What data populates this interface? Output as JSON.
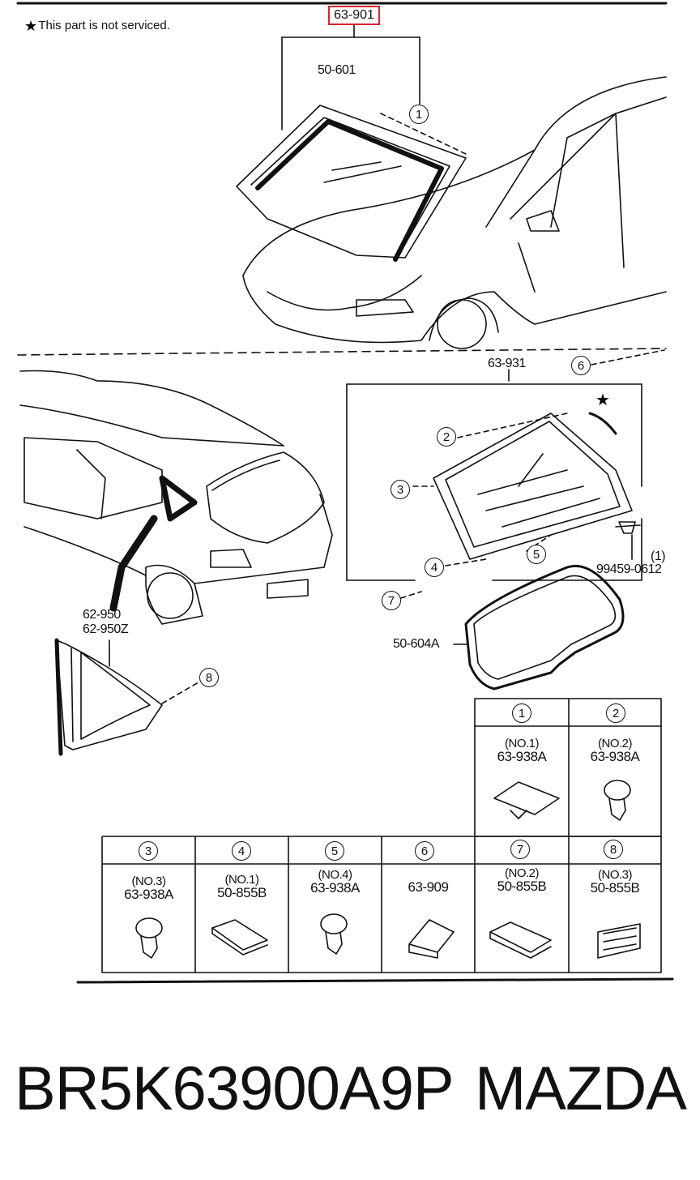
{
  "note": "This part is not serviced.",
  "labels": {
    "assembly_top": "63-901",
    "windshield_molding": "50-601",
    "rear_glass": "63-931",
    "quarter_glass_a": "62-950",
    "quarter_glass_b": "62-950Z",
    "rear_weatherstrip": "50-604A",
    "bolt": "99459-0612",
    "bolt_qty": "(1)"
  },
  "callouts": [
    "1",
    "2",
    "3",
    "4",
    "5",
    "6",
    "7",
    "8"
  ],
  "parts_table": [
    {
      "num": "1",
      "line1": "(NO.1)",
      "line2": "63-938A"
    },
    {
      "num": "2",
      "line1": "(NO.2)",
      "line2": "63-938A"
    },
    {
      "num": "3",
      "line1": "(NO.3)",
      "line2": "63-938A"
    },
    {
      "num": "4",
      "line1": "(NO.1)",
      "line2": "50-855B"
    },
    {
      "num": "5",
      "line1": "(NO.4)",
      "line2": "63-938A"
    },
    {
      "num": "6",
      "line1": "",
      "line2": "63-909"
    },
    {
      "num": "7",
      "line1": "(NO.2)",
      "line2": "50-855B"
    },
    {
      "num": "8",
      "line1": "(NO.3)",
      "line2": "50-855B"
    }
  ],
  "footer": {
    "part_number": "BR5K63900A9P",
    "brand": "MAZDA"
  },
  "colors": {
    "highlight": "#d8232a",
    "ink": "#111111"
  }
}
